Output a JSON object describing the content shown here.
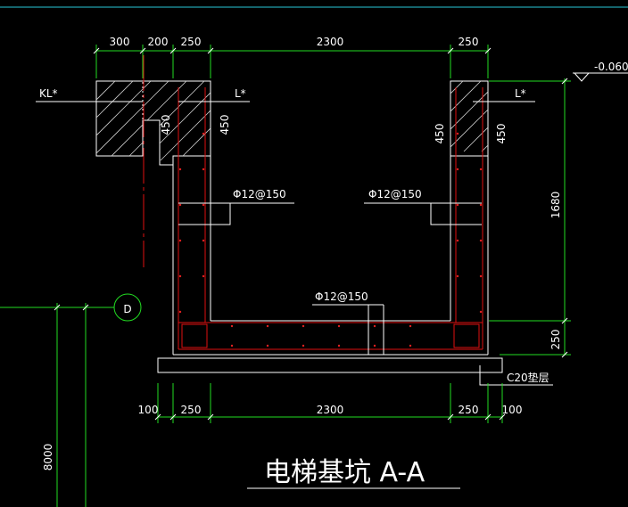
{
  "title": "电梯基坑 A-A",
  "dimensions": {
    "top": [
      "300",
      "200",
      "250",
      "2300",
      "250"
    ],
    "bottom": [
      "100",
      "250",
      "2300",
      "250",
      "100"
    ],
    "right_height": "1680",
    "right_slab": "250",
    "left_big": "8000",
    "wall_height_labels": [
      "450",
      "450",
      "450",
      "450"
    ]
  },
  "labels": {
    "kl": "KL*",
    "l_left": "L*",
    "l_right": "L*",
    "elevation": "-0.060",
    "rebar_left": "Φ12@150",
    "rebar_right": "Φ12@150",
    "rebar_bottom": "Φ12@150",
    "cushion": "C20垫层",
    "grid_axis": "D"
  }
}
